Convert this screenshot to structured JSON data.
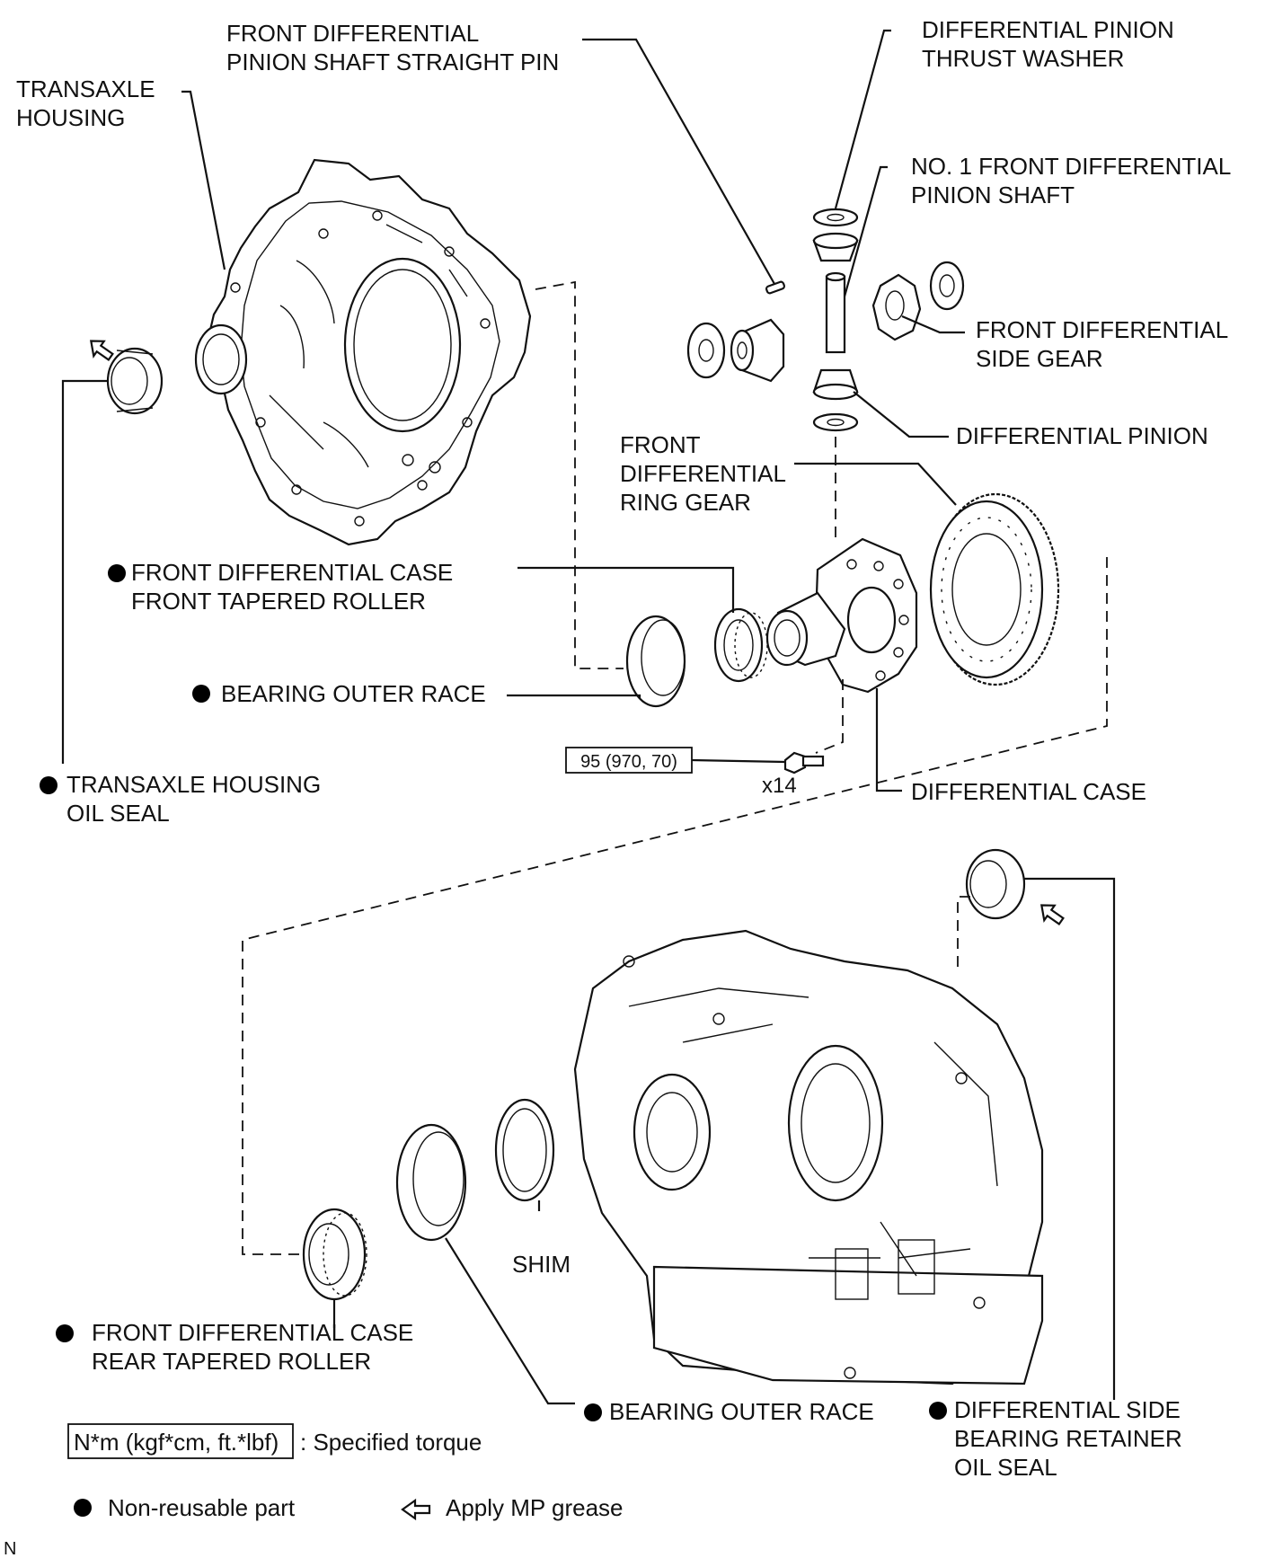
{
  "colors": {
    "ink": "#111111",
    "background": "#ffffff"
  },
  "labels": {
    "pinion_shaft_straight_pin": [
      "FRONT DIFFERENTIAL",
      "PINION SHAFT STRAIGHT PIN"
    ],
    "transaxle_housing": [
      "TRANSAXLE",
      "HOUSING"
    ],
    "pinion_thrust_washer": [
      "DIFFERENTIAL PINION",
      "THRUST WASHER"
    ],
    "no1_pinion_shaft": [
      "NO. 1 FRONT DIFFERENTIAL",
      "PINION SHAFT"
    ],
    "side_gear": [
      "FRONT DIFFERENTIAL",
      "SIDE GEAR"
    ],
    "differential_pinion": [
      "DIFFERENTIAL PINION"
    ],
    "ring_gear": [
      "FRONT",
      "DIFFERENTIAL",
      "RING GEAR"
    ],
    "case_front_tapered_roller": [
      "FRONT DIFFERENTIAL CASE",
      "FRONT TAPERED ROLLER"
    ],
    "bearing_outer_race_upper": [
      "BEARING OUTER RACE"
    ],
    "torque_value": "95 (970, 70)",
    "bolt_qty": "x14",
    "transaxle_housing_oil_seal": [
      "TRANSAXLE HOUSING",
      "OIL SEAL"
    ],
    "differential_case": [
      "DIFFERENTIAL CASE"
    ],
    "shim": [
      "SHIM"
    ],
    "case_rear_tapered_roller": [
      "FRONT DIFFERENTIAL CASE",
      "REAR TAPERED ROLLER"
    ],
    "bearing_outer_race_lower": [
      "BEARING OUTER RACE"
    ],
    "side_bearing_retainer_oil_seal": [
      "DIFFERENTIAL SIDE",
      "BEARING RETAINER",
      "OIL SEAL"
    ]
  },
  "legend": {
    "torque_box": "N*m (kgf*cm, ft.*lbf)",
    "torque_text": ": Specified torque",
    "non_reusable": "Non-reusable part",
    "grease": "Apply MP grease"
  },
  "corner_mark": "N"
}
